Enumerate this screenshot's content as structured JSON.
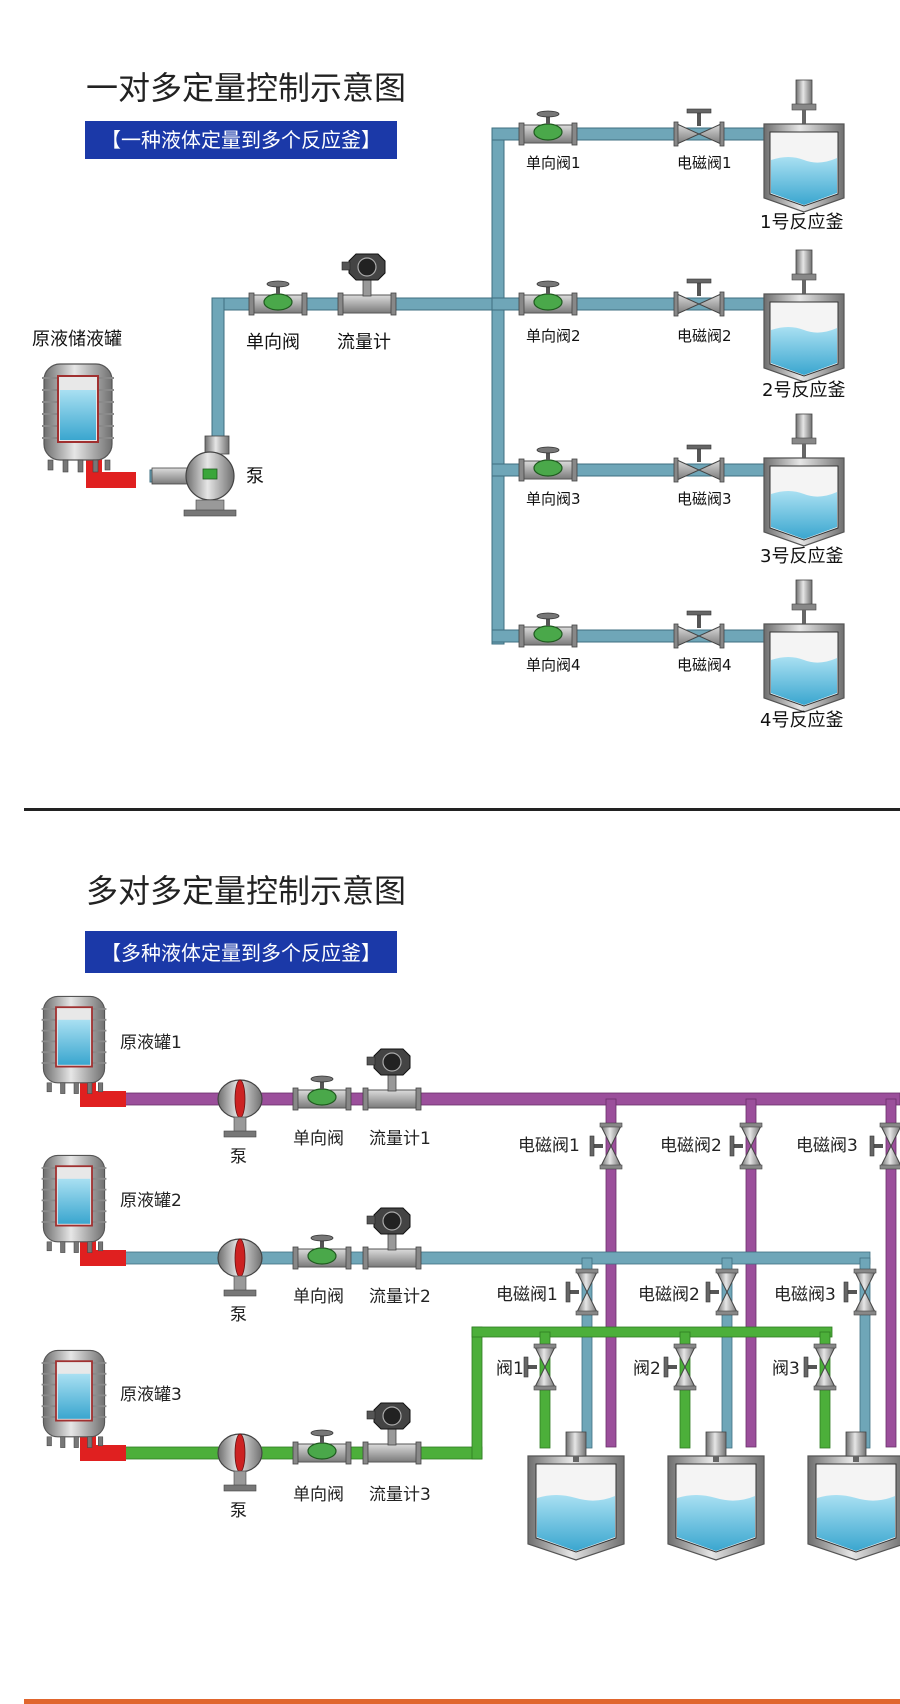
{
  "section1": {
    "title": "一对多定量控制示意图",
    "banner": "【一种液体定量到多个反应釜】",
    "source_tank": "原液储液罐",
    "check_valve": "单向阀",
    "flowmeter": "流量计",
    "pump": "泵",
    "branches": [
      {
        "check": "单向阀1",
        "solenoid": "电磁阀1",
        "reactor": "1号反应釜"
      },
      {
        "check": "单向阀2",
        "solenoid": "电磁阀2",
        "reactor": "2号反应釜"
      },
      {
        "check": "单向阀3",
        "solenoid": "电磁阀3",
        "reactor": "3号反应釜"
      },
      {
        "check": "单向阀4",
        "solenoid": "电磁阀4",
        "reactor": "4号反应釜"
      }
    ]
  },
  "section2": {
    "title": "多对多定量控制示意图",
    "banner": "【多种液体定量到多个反应釜】",
    "lines": [
      {
        "tank": "原液罐1",
        "pump": "泵",
        "check": "单向阀",
        "flowmeter": "流量计1"
      },
      {
        "tank": "原液罐2",
        "pump": "泵",
        "check": "单向阀",
        "flowmeter": "流量计2"
      },
      {
        "tank": "原液罐3",
        "pump": "泵",
        "check": "单向阀",
        "flowmeter": "流量计3"
      }
    ],
    "purple_valves": [
      "电磁阀1",
      "电磁阀2",
      "电磁阀3"
    ],
    "blue_valves": [
      "电磁阀1",
      "电磁阀2",
      "电磁阀3"
    ],
    "green_valves": [
      "阀1",
      "阀2",
      "阀3"
    ]
  },
  "colors": {
    "pipe_blue": "#6fa6b8",
    "pipe_purple": "#9b4f9b",
    "pipe_green": "#4caf3a",
    "pipe_red": "#e02020",
    "banner": "#1b39a8",
    "liquid": "#4fb3d6"
  }
}
